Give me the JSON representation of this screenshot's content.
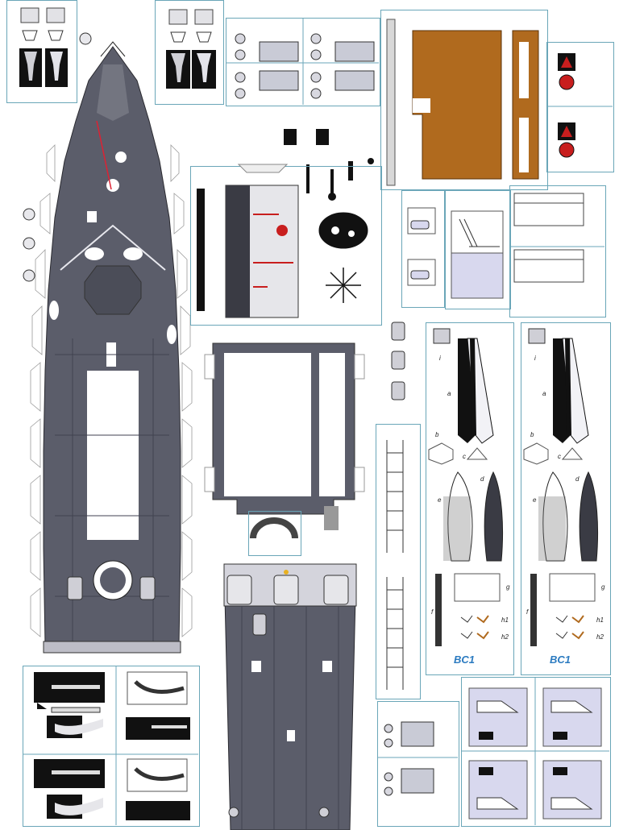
{
  "sheet": {
    "codes": [
      "BC1",
      "BC1"
    ]
  },
  "boat_part_labels": {
    "left": [
      "i",
      "a",
      "b",
      "c",
      "e",
      "d",
      "f",
      "g",
      "h1",
      "h2"
    ],
    "right": [
      "i",
      "a",
      "b",
      "c",
      "e",
      "d",
      "f",
      "g",
      "h1",
      "h2"
    ]
  },
  "colors": {
    "hull_grey": "#5b5d6a",
    "deck_wood": "#b06a1e",
    "panel_border": "#6aa6b8",
    "accent_red": "#c81e1e",
    "code_blue": "#2a7ac0",
    "tint_lilac": "#d8d8ee"
  }
}
